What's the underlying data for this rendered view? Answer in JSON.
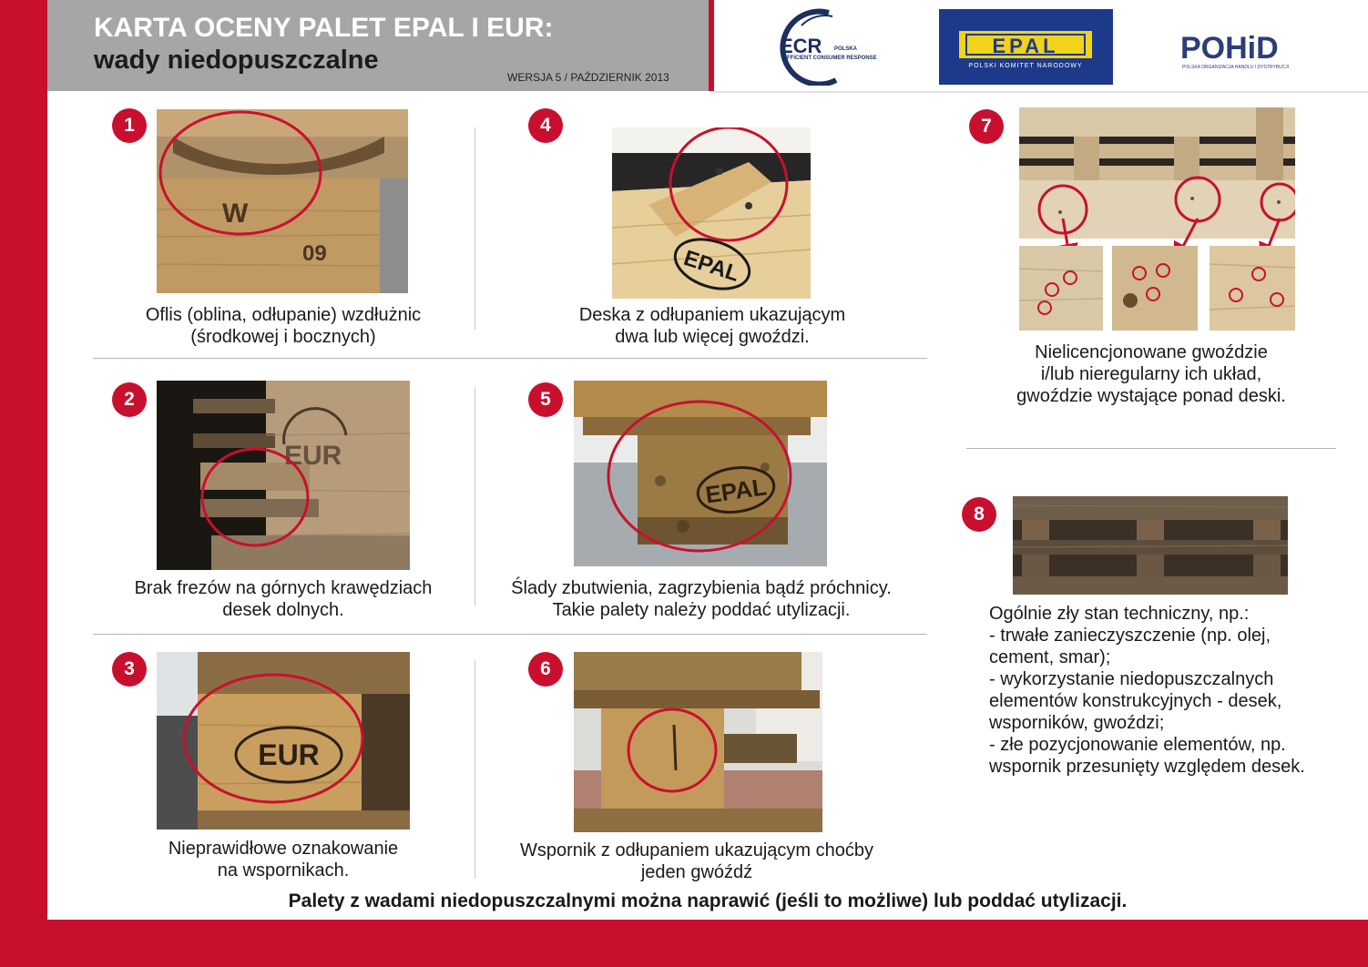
{
  "header": {
    "title_line1": "KARTA OCENY PALET EPAL I EUR:",
    "title_line2": "wady niedopuszczalne",
    "version": "WERSJA 5 / PAŹDZIERNIK 2013"
  },
  "logos": {
    "ecr": {
      "name": "ECR",
      "sub1": "POLSKA",
      "sub2": "EFFICIENT CONSUMER RESPONSE"
    },
    "epal": {
      "name": "EPAL",
      "sub": "POLSKI KOMITET NARODOWY"
    },
    "pohid": {
      "name": "POHiD",
      "sub": "POLSKA ORGANIZACJA HANDLU I DYSTRYBUCJI"
    }
  },
  "defects": [
    {
      "number": "1",
      "lines": [
        "Oflis (oblina, odłupanie) wzdłużnic",
        "(środkowej  i bocznych)"
      ]
    },
    {
      "number": "2",
      "lines": [
        "Brak frezów na górnych krawędziach",
        "desek dolnych."
      ]
    },
    {
      "number": "3",
      "lines": [
        "Nieprawidłowe oznakowanie",
        "na wspornikach."
      ]
    },
    {
      "number": "4",
      "lines": [
        "Deska z odłupaniem ukazującym",
        "dwa lub więcej gwoździ."
      ]
    },
    {
      "number": "5",
      "lines": [
        "Ślady zbutwienia, zagrzybienia bądź próchnicy.",
        "Takie palety należy poddać utylizacji."
      ]
    },
    {
      "number": "6",
      "lines": [
        "Wspornik z odłupaniem ukazującym choćby",
        "jeden gwóźdź"
      ]
    },
    {
      "number": "7",
      "lines": [
        "Nielicencjonowane gwoździe",
        "i/lub nieregularny ich układ,",
        "gwoździe wystające ponad deski."
      ]
    },
    {
      "number": "8",
      "lines": [
        "Ogólnie zły stan techniczny, np.:",
        "- trwałe zanieczyszczenie (np. olej,",
        "cement, smar);",
        "- wykorzystanie niedopuszczalnych",
        "elementów konstrukcyjnych - desek,",
        "wsporników, gwoździ;",
        "- złe pozycjonowanie elementów, np.",
        "wspornik przesunięty względem desek."
      ]
    }
  ],
  "stamps": {
    "w": "W",
    "epal": "EPAL",
    "eur": "EUR",
    "num": "09"
  },
  "footer": "Palety z wadami niedopuszczalnymi można naprawić (jeśli to możliwe) lub poddać utylizacji.",
  "colors": {
    "accent": "#c8102e",
    "header_gray": "#a6a6a6",
    "epal_blue": "#1d3a8a",
    "epal_yellow": "#f2d21b"
  }
}
